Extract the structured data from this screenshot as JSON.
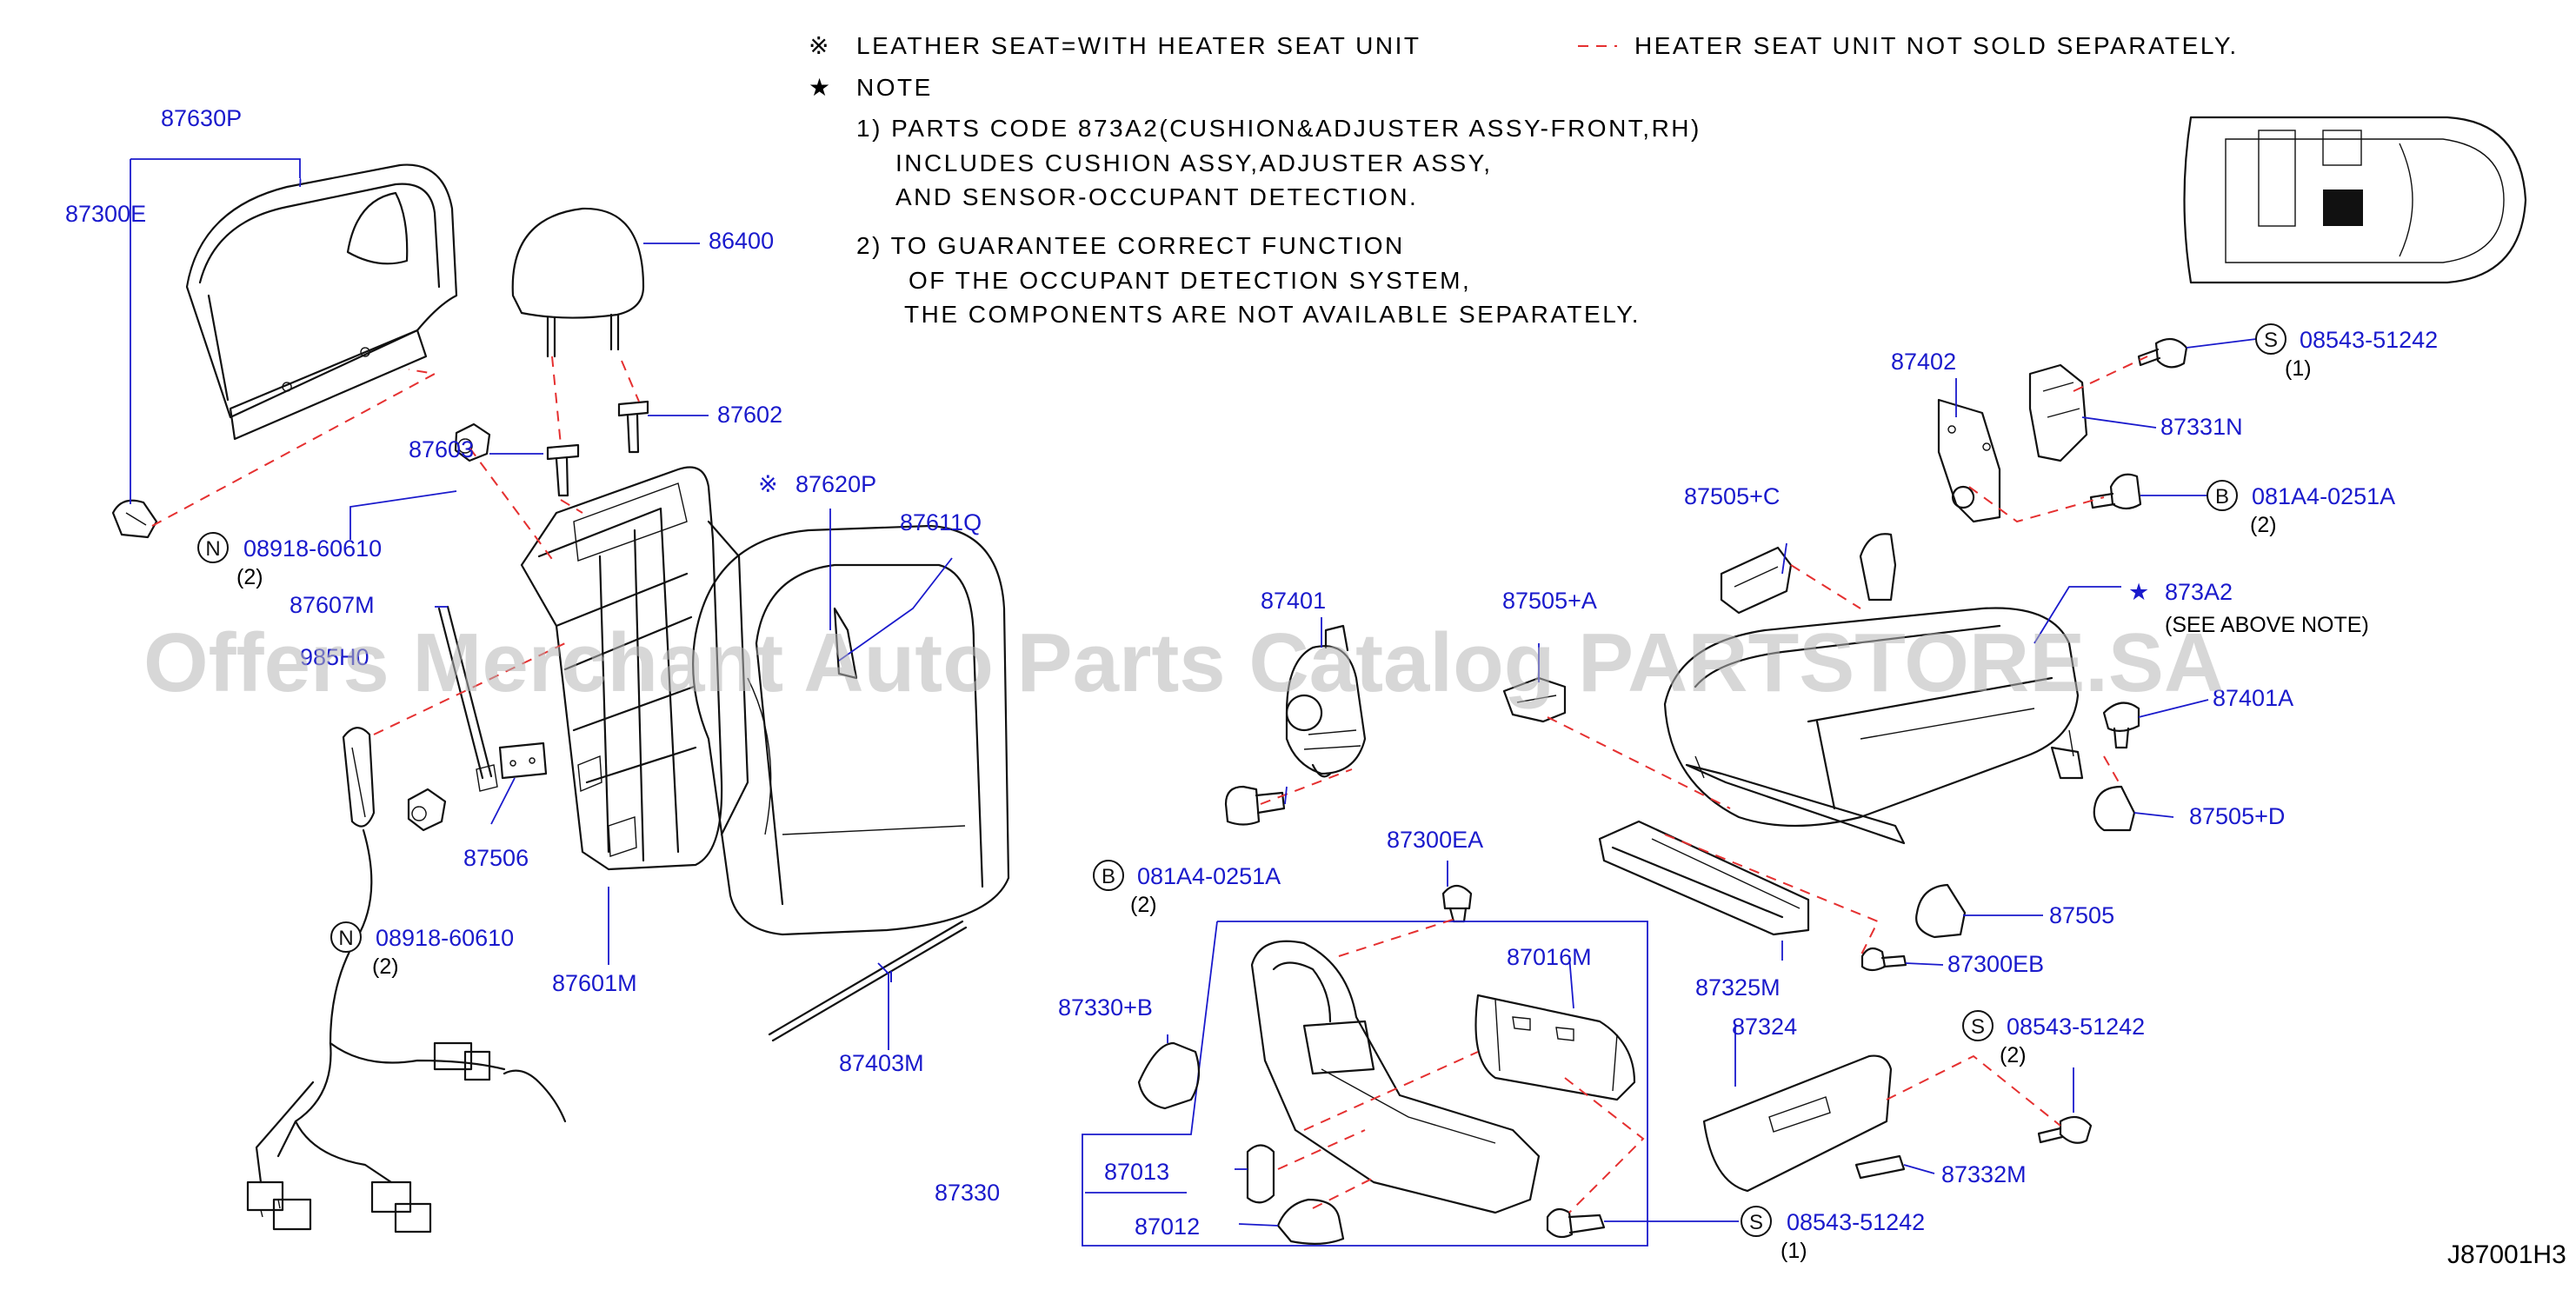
{
  "notes": {
    "line1_left": "LEATHER  SEAT=WITH  HEATER  SEAT  UNIT",
    "line1_right": "HEATER  SEAT  UNIT  NOT  SOLD  SEPARATELY.",
    "note_title": "NOTE",
    "item1_a": "1)  PARTS  CODE  873A2(CUSHION&ADJUSTER  ASSY-FRONT,RH)",
    "item1_b": "INCLUDES  CUSHION  ASSY,ADJUSTER  ASSY,",
    "item1_c": "AND  SENSOR-OCCUPANT  DETECTION.",
    "item2_a": "2)  TO  GUARANTEE  CORRECT  FUNCTION",
    "item2_b": "OF  THE  OCCUPANT  DETECTION  SYSTEM,",
    "item2_c": "THE  COMPONENTS  ARE  NOT  AVAILABLE  SEPARATELY."
  },
  "symbols": {
    "reference_mark": "※",
    "star": "★"
  },
  "watermark": "Offers Merchant Auto Parts Catalog PARTSTORE.SA",
  "diagram_code": "J87001H3",
  "parts": {
    "p87630P": "87630P",
    "p87300E": "87300E",
    "p86400": "86400",
    "p87602": "87602",
    "p87603": "87603",
    "p87620P": "87620P",
    "p87611Q": "87611Q",
    "p87607M": "87607M",
    "p985H0": "985H0",
    "p87506": "87506",
    "p87601M": "87601M",
    "p87403M": "87403M",
    "p87401": "87401",
    "p87505A": "87505+A",
    "p87505C": "87505+C",
    "p873A2": "873A2",
    "p873A2_note": "(SEE  ABOVE  NOTE)",
    "p87401A": "87401A",
    "p87505D": "87505+D",
    "p87505": "87505",
    "p87300EB": "87300EB",
    "p87325M": "87325M",
    "p87300EA": "87300EA",
    "p87016M": "87016M",
    "p87330B": "87330+B",
    "p87330": "87330",
    "p87013": "87013",
    "p87012": "87012",
    "p87324": "87324",
    "p87332M": "87332M",
    "p87402": "87402",
    "p87331N": "87331N"
  },
  "fasteners": {
    "n_upper": {
      "prefix": "N",
      "code": "08918-60610",
      "qty": "(2)"
    },
    "n_lower": {
      "prefix": "N",
      "code": "08918-60610",
      "qty": "(2)"
    },
    "b_left": {
      "prefix": "B",
      "code": "081A4-0251A",
      "qty": "(2)"
    },
    "b_right": {
      "prefix": "B",
      "code": "081A4-0251A",
      "qty": "(2)"
    },
    "s_top": {
      "prefix": "S",
      "code": "08543-51242",
      "qty": "(1)"
    },
    "s_mid": {
      "prefix": "S",
      "code": "08543-51242",
      "qty": "(2)"
    },
    "s_bottom": {
      "prefix": "S",
      "code": "08543-51242",
      "qty": "(1)"
    }
  },
  "colors": {
    "label": "#1a1acc",
    "dashed_guide": "#e53030",
    "line_art": "#111111",
    "watermark": "#b8b8b8"
  }
}
